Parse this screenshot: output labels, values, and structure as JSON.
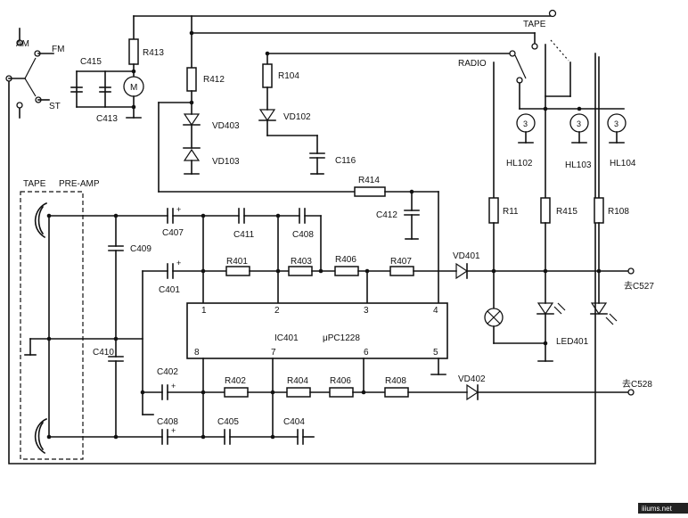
{
  "switches": {
    "am": "AM",
    "fm": "FM",
    "st": "ST",
    "tape": "TAPE",
    "radio": "RADIO"
  },
  "components": {
    "r413": "R413",
    "r412": "R412",
    "r104": "R104",
    "r414": "R414",
    "r11": "R11",
    "r415": "R415",
    "r108": "R108",
    "r401": "R401",
    "r403": "R403",
    "r406_top": "R406",
    "r407": "R407",
    "r402": "R402",
    "r404": "R404",
    "r406_bot": "R406",
    "r408": "R408",
    "c415": "C415",
    "c413": "C413",
    "c116": "C116",
    "c412": "C412",
    "c407": "C407",
    "c411": "C411",
    "c408_top": "C408",
    "c409": "C409",
    "c401": "C401",
    "c410": "C410",
    "c402": "C402",
    "c408_bot": "C408",
    "c405": "C405",
    "c404": "C404",
    "vd403": "VD403",
    "vd103": "VD103",
    "vd102": "VD102",
    "vd401": "VD401",
    "vd402": "VD402",
    "hl102": "HL102",
    "hl103": "HL103",
    "hl104": "HL104",
    "led401": "LED401",
    "motor": "M",
    "lamp3": "3"
  },
  "ic": {
    "ref": "IC401",
    "part": "μPC1228",
    "pins": [
      "1",
      "2",
      "3",
      "4",
      "5",
      "6",
      "7",
      "8"
    ]
  },
  "block": {
    "tape_label": "TAPE",
    "preamp_label": "PRE-AMP"
  },
  "outputs": {
    "top": "去C527",
    "bottom": "去C528"
  },
  "watermark": "iiiums.net"
}
